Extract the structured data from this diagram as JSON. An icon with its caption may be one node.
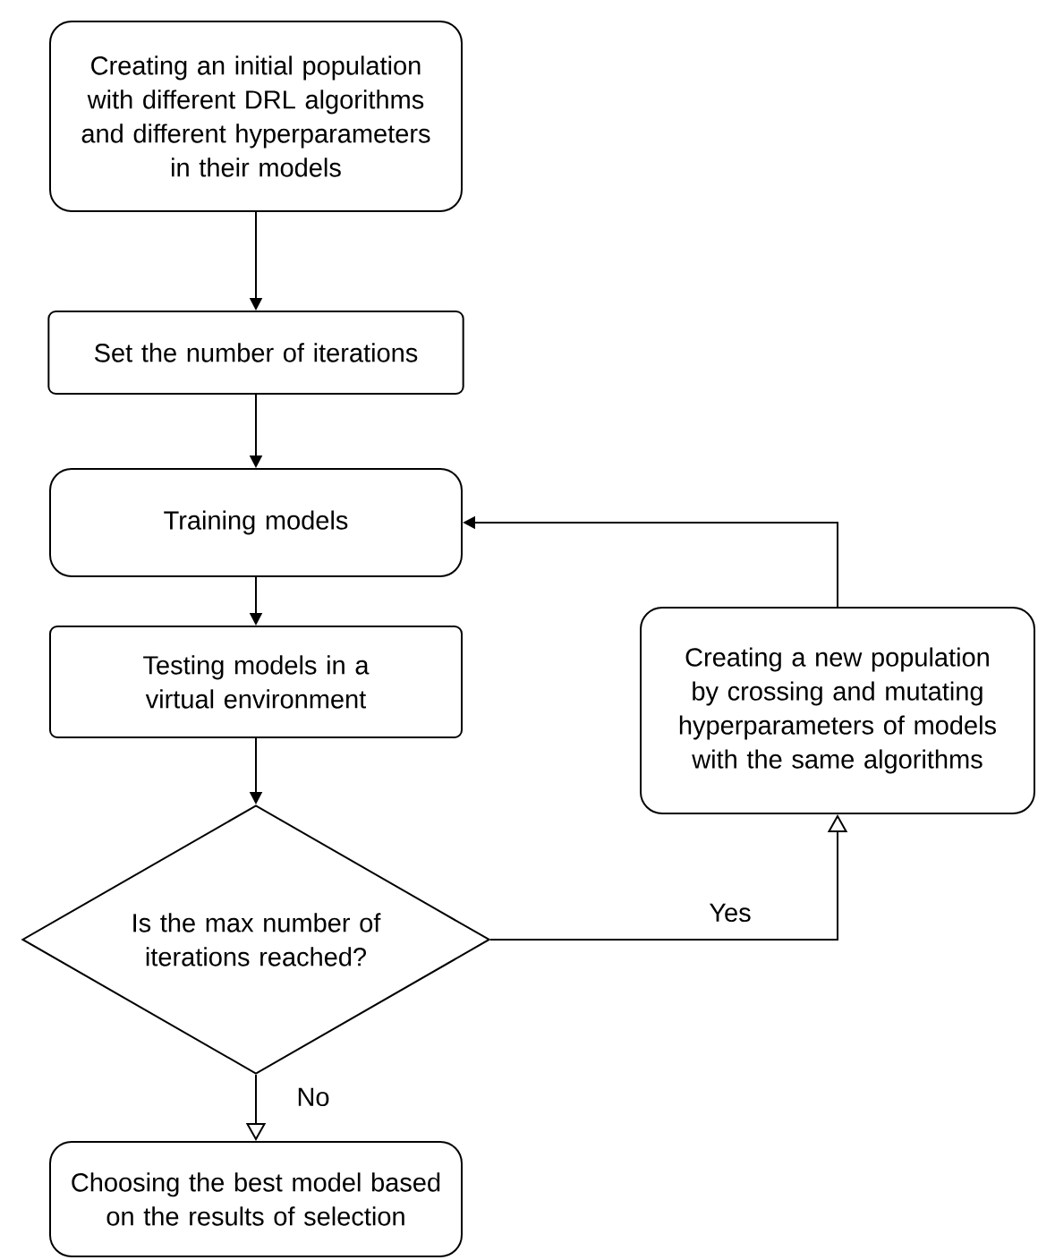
{
  "diagram": {
    "nodes": [
      {
        "text": [
          "Creating an initial population with different DRL algorithms and different hyperparameters in their models"
        ]
      },
      {
        "text": [
          "Set the number of iterations"
        ]
      },
      {
        "text": [
          "Training models"
        ]
      },
      {
        "text": [
          "Testing models in a virtual environment"
        ]
      },
      {
        "text": [
          "Is the max number of iterations reached?"
        ]
      },
      {
        "text": [
          "Creating a new population by crossing and mutating hyperparameters of models with the same algorithms"
        ]
      },
      {
        "text": [
          "Choosing the best model based on the results of selection"
        ]
      }
    ],
    "edges": [
      {
        "from": 0,
        "to": 1,
        "arrow": "to"
      },
      {
        "from": 1,
        "to": 2,
        "arrow": "to"
      },
      {
        "from": 2,
        "to": 3,
        "arrow": "to"
      },
      {
        "from": 3,
        "to": 4,
        "arrow": "to"
      },
      {
        "from": 4,
        "to": 5,
        "arrow": "to",
        "label": "Yes"
      },
      {
        "from": 5,
        "to": 2,
        "arrow": "to"
      },
      {
        "from": 4,
        "to": 6,
        "arrow": "to",
        "label": "No"
      }
    ]
  }
}
